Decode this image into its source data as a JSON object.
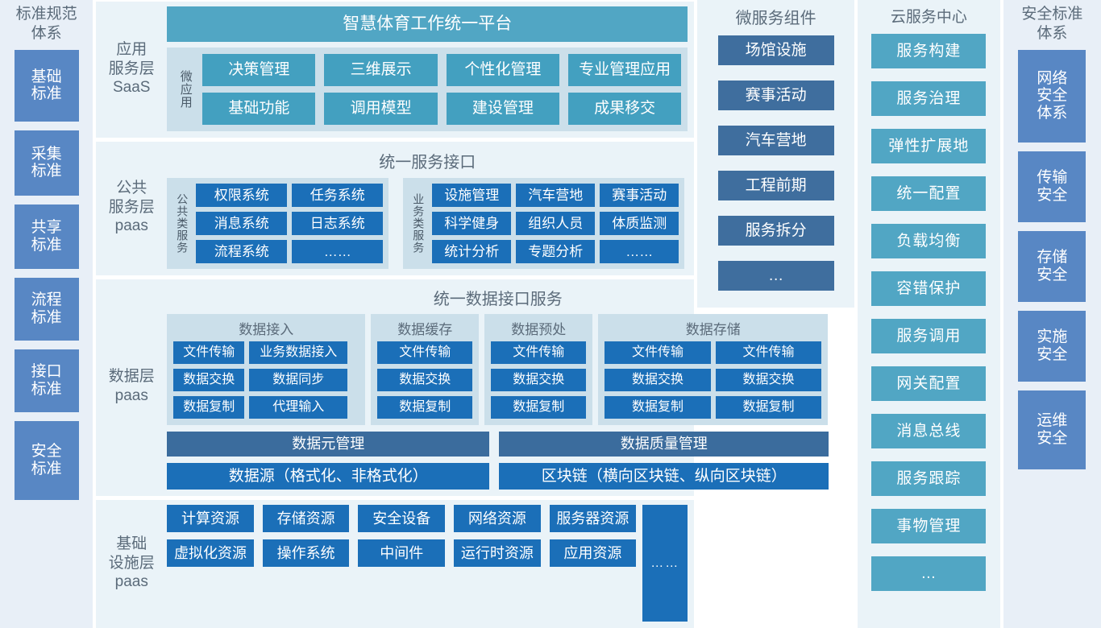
{
  "left_sidebar": {
    "title": "标准规范\n体系",
    "items": [
      {
        "label": "基础\n标准"
      },
      {
        "label": "采集\n标准"
      },
      {
        "label": "共享\n标准"
      },
      {
        "label": "流程\n标准"
      },
      {
        "label": "接口\n标准"
      },
      {
        "label": "安全\n标准"
      }
    ]
  },
  "right_sidebar": {
    "title": "安全标准\n体系",
    "items": [
      {
        "label": "网络\n安全\n体系"
      },
      {
        "label": "传输\n安全"
      },
      {
        "label": "存储\n安全"
      },
      {
        "label": "实施\n安全"
      },
      {
        "label": "运维\n安全"
      }
    ]
  },
  "application_layer": {
    "layer_label": "应用\n服务层\nSaaS",
    "banner": "智慧体育工作统一平台",
    "group_label": "微应用",
    "apps": [
      "决策管理",
      "三维展示",
      "个性化管理",
      "专业管理应用",
      "基础功能",
      "调用模型",
      "建设管理",
      "成果移交"
    ]
  },
  "public_service_layer": {
    "layer_label": "公共\n服务层\npaas",
    "title": "统一服务接口",
    "groups": [
      {
        "vlabel": "公共类服务",
        "items": [
          "权限系统",
          "任务系统",
          "消息系统",
          "日志系统",
          "流程系统",
          "……"
        ]
      },
      {
        "vlabel": "业务类服务",
        "items": [
          "设施管理",
          "汽车营地",
          "赛事活动",
          "科学健身",
          "组织人员",
          "体质监测",
          "统计分析",
          "专题分析",
          "……"
        ]
      }
    ]
  },
  "data_layer": {
    "layer_label": "数据层\npaas",
    "title": "统一数据接口服务",
    "groups": [
      {
        "title": "数据接入",
        "items": [
          "文件传输",
          "业务数据接入",
          "数据交换",
          "数据同步",
          "数据复制",
          "代理输入"
        ]
      },
      {
        "title": "数据缓存",
        "items": [
          "文件传输",
          "数据交换",
          "数据复制"
        ]
      },
      {
        "title": "数据预处",
        "items": [
          "文件传输",
          "数据交换",
          "数据复制"
        ]
      },
      {
        "title": "数据存储",
        "items": [
          "文件传输",
          "文件传输",
          "数据交换",
          "数据交换",
          "数据复制",
          "数据复制"
        ]
      }
    ],
    "bars": {
      "meta_management": "数据元管理",
      "quality_management": "数据质量管理",
      "datasource": "数据源（格式化、非格式化）",
      "blockchain": "区块链（横向区块链、纵向区块链）"
    }
  },
  "infrastructure_layer": {
    "layer_label": "基础\n设施层\npaas",
    "items": [
      "计算资源",
      "存储资源",
      "安全设备",
      "网络资源",
      "服务器资源",
      "虚拟化资源",
      "操作系统",
      "中间件",
      "运行时资源",
      "应用资源"
    ],
    "more": "……"
  },
  "microservice_components": {
    "title": "微服务组件",
    "items": [
      "场馆设施",
      "赛事活动",
      "汽车营地",
      "工程前期",
      "服务拆分",
      "…"
    ]
  },
  "cloud_service_center": {
    "title": "云服务中心",
    "items": [
      "服务构建",
      "服务治理",
      "弹性扩展地",
      "统一配置",
      "负载均衡",
      "容错保护",
      "服务调用",
      "网关配置",
      "消息总线",
      "服务跟踪",
      "事物管理",
      "…"
    ]
  },
  "colors": {
    "slate": "#5887C4",
    "dark_slate": "#3F6E9E",
    "blue": "#1B6FB8",
    "teal": "#51A6C4",
    "panel_bg": "#EAF3F8",
    "group_bg": "#CBDFEA",
    "label_text": "#5B6B7A"
  }
}
